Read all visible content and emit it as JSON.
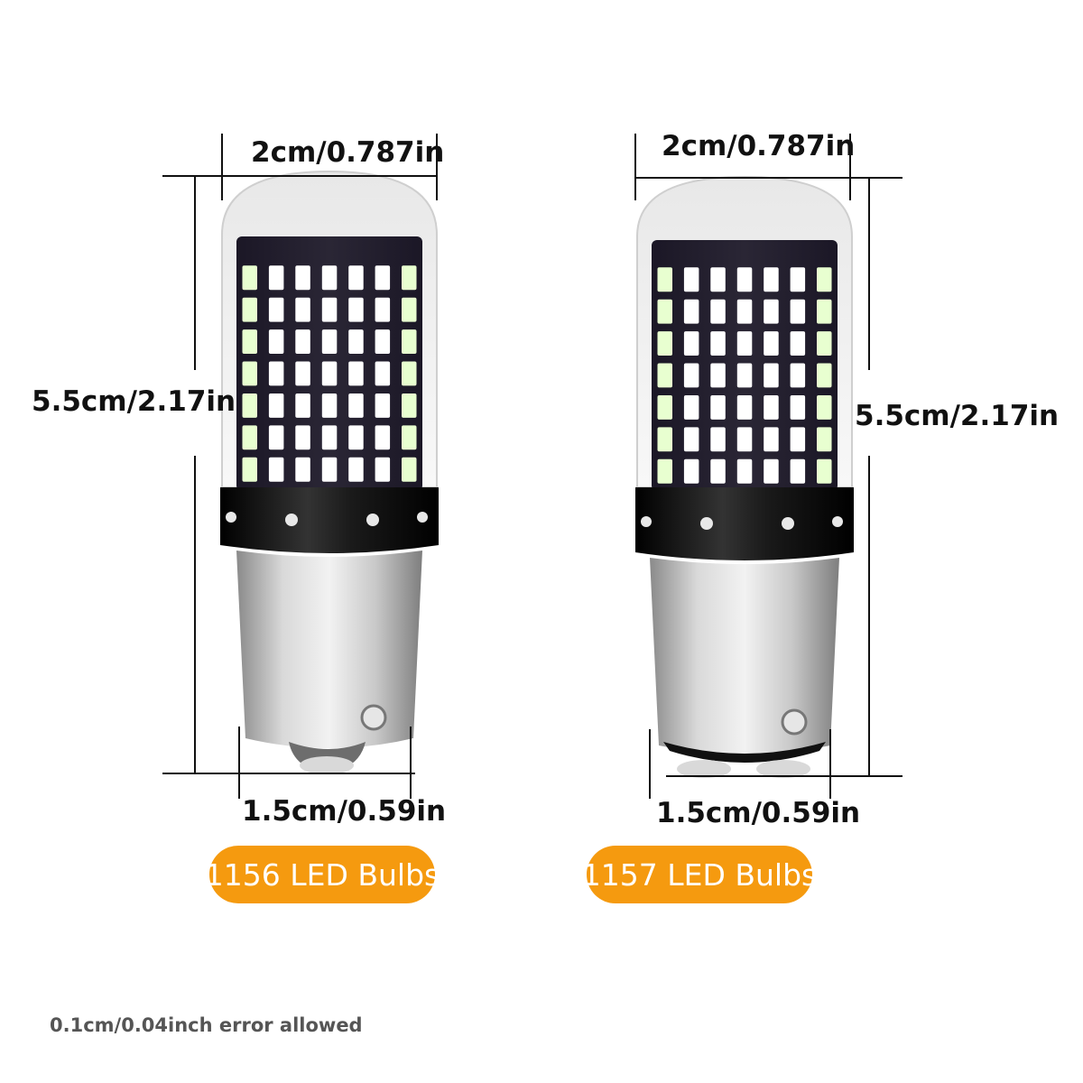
{
  "products": [
    {
      "name": "1156 LED Bulbs",
      "width_label": "2cm/0.787in",
      "height_label": "5.5cm/2.17in",
      "base_label": "1.5cm/0.59in",
      "base_type": "single-contact"
    },
    {
      "name": "1157 LED Bulbs",
      "width_label": "2cm/0.787in",
      "height_label": "5.5cm/2.17in",
      "base_label": "1.5cm/0.59in",
      "base_type": "dual-contact"
    }
  ],
  "footnote": "0.1cm/0.04inch error allowed",
  "colors": {
    "badge": "#f59a0f",
    "led": "#ffffff",
    "led_glow": "#e8ffd0",
    "collar": "#111111",
    "base": "#b8b8b8"
  },
  "icons": [
    "bulb-1156-icon",
    "bulb-1157-icon"
  ]
}
